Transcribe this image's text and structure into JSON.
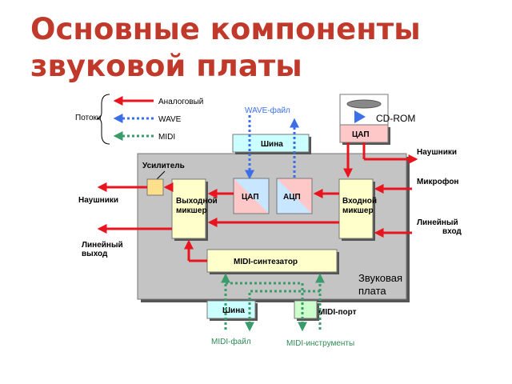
{
  "title": {
    "line1": "Основные компоненты",
    "line2": "звуковой платы"
  },
  "colors": {
    "analog": "#e8141e",
    "wave": "#3a6fe8",
    "midi": "#3a9c6a",
    "card_fill": "#c4c4c4",
    "box_yellow": "#ffffcc",
    "box_cyan": "#ccffff",
    "converter_pink": "#ffc8c8",
    "converter_blue": "#c8e6ff"
  },
  "legend": {
    "group_label": "Потоки",
    "analog": "Аналоговый",
    "wave": "WAVE",
    "midi": "MIDI"
  },
  "labels": {
    "wave_file": "WAVE-файл",
    "cd_rom": "CD-ROM",
    "cd_dac": "ЦАП",
    "bus_top": "Шина",
    "amplifier": "Усилитель",
    "dac": "ЦАП",
    "adc": "АЦП",
    "output_mixer_1": "Выходной",
    "output_mixer_2": "микшер",
    "input_mixer_1": "Входной",
    "input_mixer_2": "микшер",
    "midi_synth": "MIDI-синтезатор",
    "sound_card_1": "Звуковая",
    "sound_card_2": "плата",
    "bus_bottom": "Шина",
    "midi_port": "MIDI-порт",
    "midi_file": "MIDI-файл",
    "midi_instruments": "MIDI-инструменты",
    "headphones_left": "Наушники",
    "line_out_1": "Линейный",
    "line_out_2": "выход",
    "headphones_right": "Наушники",
    "microphone": "Микрофон",
    "line_in_1": "Линейный",
    "line_in_2": "вход"
  }
}
